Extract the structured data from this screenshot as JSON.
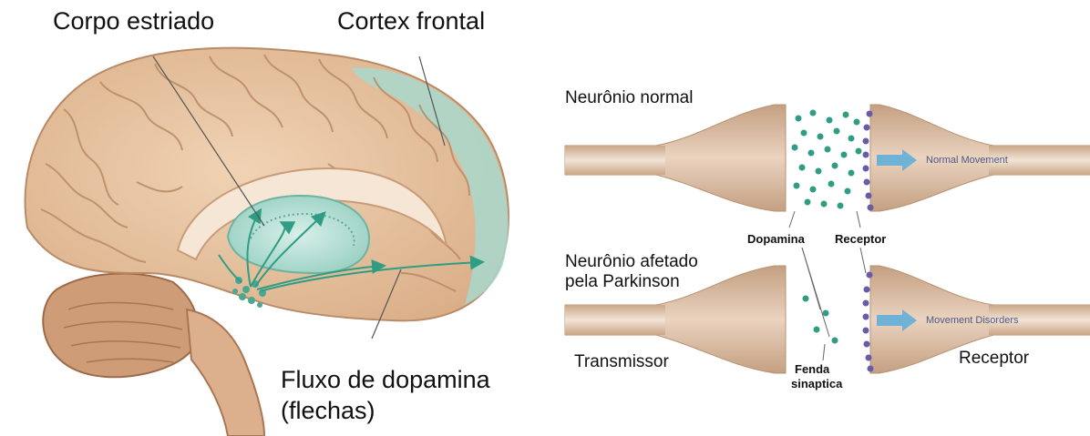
{
  "brain": {
    "label_striatum": "Corpo estriado",
    "label_cortex": "Cortex frontal",
    "label_flow_line1": "Fluxo de dopamina",
    "label_flow_line2": "(flechas)"
  },
  "synapse": {
    "normal_title": "Neurônio normal",
    "parkinson_title_line1": "Neurônio afetado",
    "parkinson_title_line2": "pela Parkinson",
    "dopamine_label": "Dopamina",
    "receptor_label_top": "Receptor",
    "normal_arrow_text": "Normal Movement",
    "disorder_arrow_text": "Movement Disorders",
    "transmitter_label": "Transmissor",
    "cleft_label_line1": "Fenda",
    "cleft_label_line2": "sinaptica",
    "receptor_label_bottom": "Receptor"
  },
  "colors": {
    "brain_tan": "#e8c4a0",
    "brain_outline": "#b98a66",
    "cortex_teal": "#a8d8cc",
    "dopamine_dot": "#2f9c84",
    "neuron_tan": "#d8b89c",
    "receptor_purple": "#6b5aa6",
    "arrow_blue": "#6fb2d6"
  }
}
